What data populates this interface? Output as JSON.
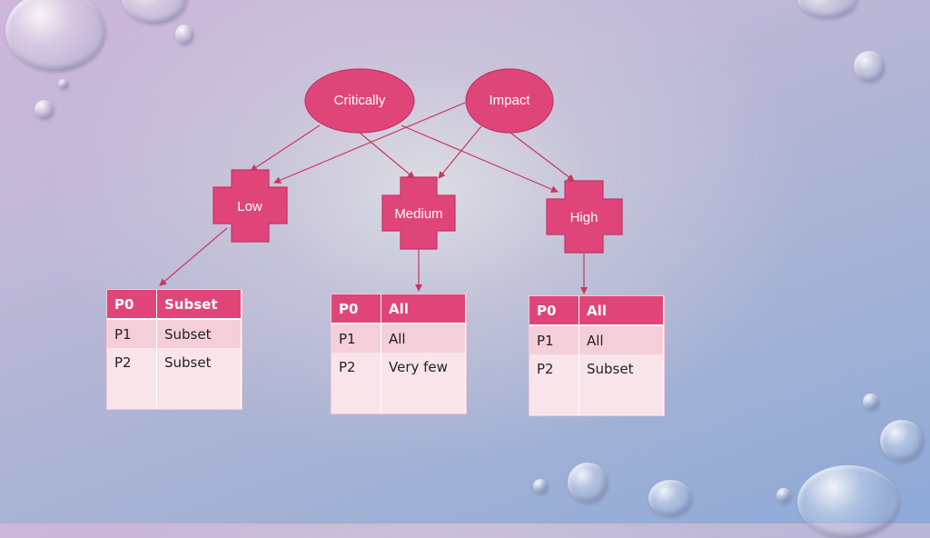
{
  "nodes": {
    "critically": "Critically",
    "impact": "Impact",
    "low": "Low",
    "medium": "Medium",
    "high": "High"
  },
  "tables": {
    "low": {
      "header": [
        "P0",
        "Subset"
      ],
      "rows": [
        [
          "P1",
          "Subset"
        ],
        [
          "P2",
          "Subset"
        ]
      ]
    },
    "medium": {
      "header": [
        "P0",
        "All"
      ],
      "rows": [
        [
          "P1",
          "All"
        ],
        [
          "P2",
          "Very few"
        ]
      ]
    },
    "high": {
      "header": [
        "P0",
        "All"
      ],
      "rows": [
        [
          "P1",
          "All"
        ],
        [
          "P2",
          "Subset"
        ]
      ]
    }
  },
  "colors": {
    "node_fill": "#e0457a",
    "node_stroke": "#c23565",
    "arrow": "#c8375f"
  }
}
